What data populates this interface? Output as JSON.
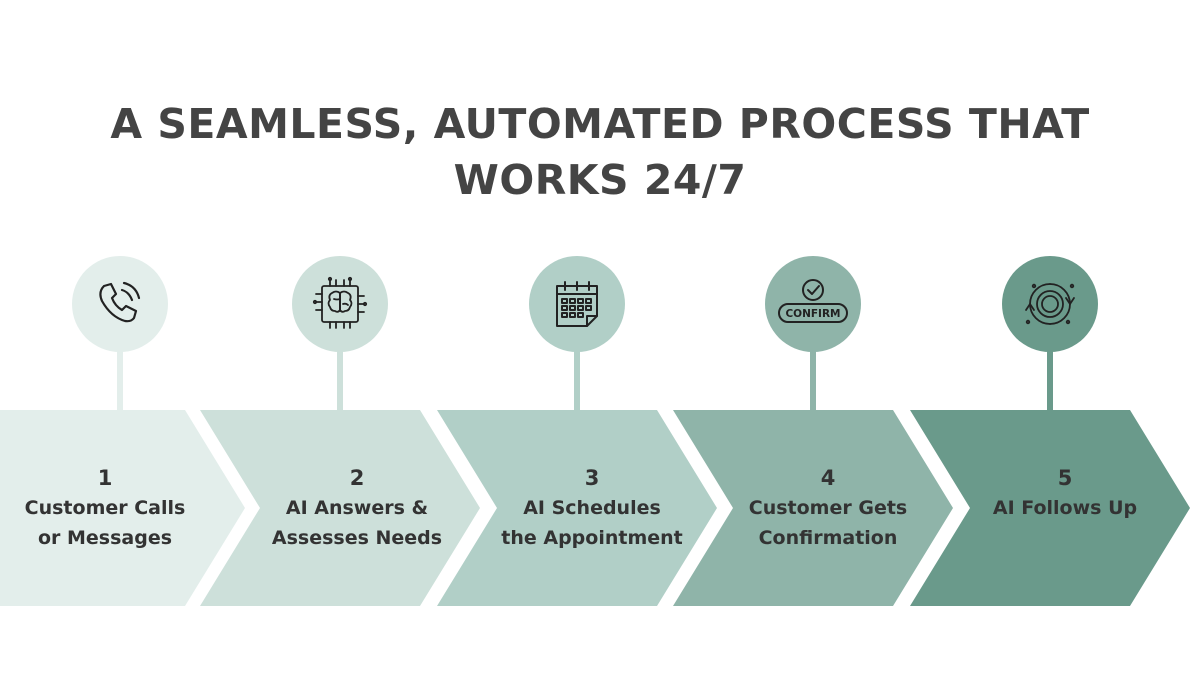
{
  "title": {
    "line1": "A SEAMLESS, AUTOMATED PROCESS THAT",
    "line2": "WORKS 24/7"
  },
  "steps": [
    {
      "number": "1",
      "line1": "Customer Calls",
      "line2": "or Messages",
      "icon": "phone-icon",
      "color": "#e3eeeb"
    },
    {
      "number": "2",
      "line1": "AI Answers &",
      "line2": "Assesses Needs",
      "icon": "ai-brain-chip-icon",
      "color": "#cde0da"
    },
    {
      "number": "3",
      "line1": "AI Schedules",
      "line2": "the Appointment",
      "icon": "calendar-icon",
      "color": "#b1cfc7"
    },
    {
      "number": "4",
      "line1": "Customer Gets",
      "line2": "Confirmation",
      "icon": "confirm-check-icon",
      "color": "#8fb4a9",
      "icon_label": "CONFIRM"
    },
    {
      "number": "5",
      "line1": "AI Follows Up",
      "line2": "",
      "icon": "cycle-follow-up-icon",
      "color": "#6a9a8b"
    }
  ]
}
